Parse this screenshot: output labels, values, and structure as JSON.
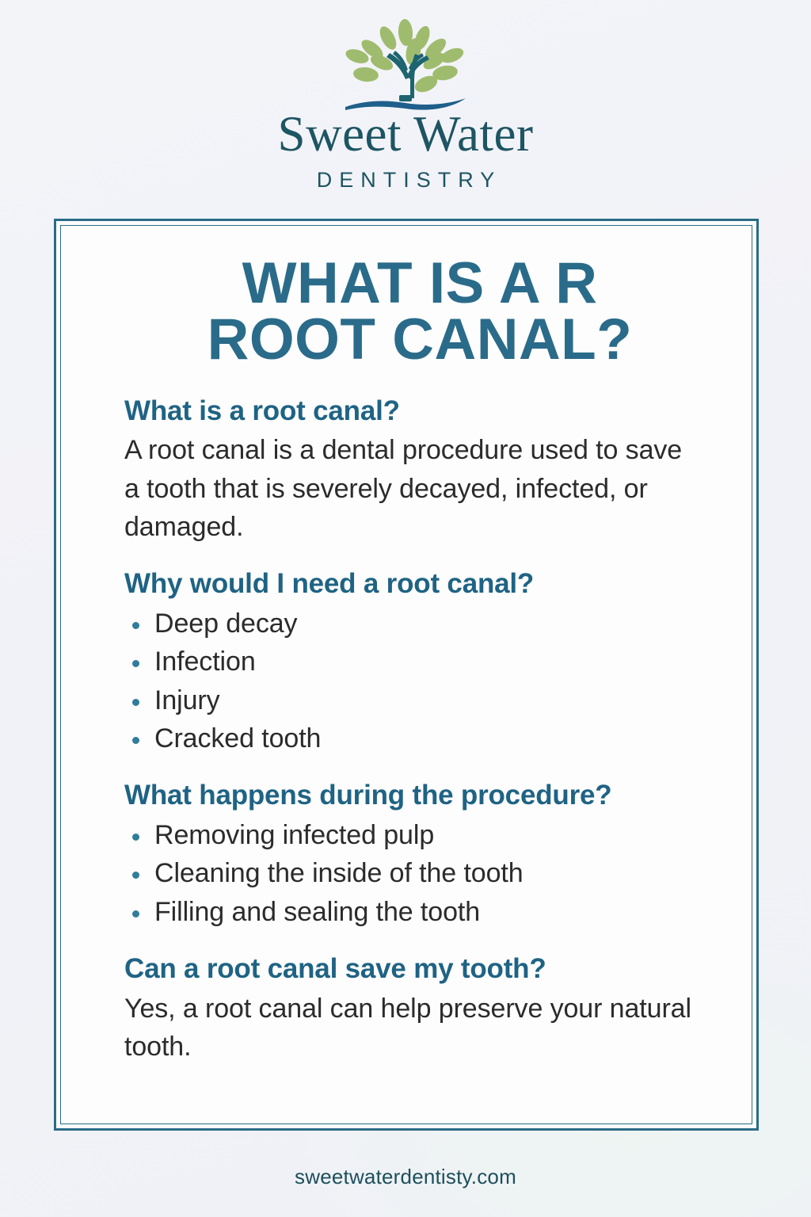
{
  "brand": {
    "logo_icon": "tree-with-water-logo",
    "name": "Sweet Water",
    "tagline": "DENTISTRY",
    "leaf_color": "#9fbc6e",
    "trunk_color": "#1d6470",
    "wave_color": "#1f5f8b",
    "wordmark_color": "#1d5563"
  },
  "card": {
    "title_line1": "WHAT IS A R",
    "title_line2": "ROOT CANAL?",
    "title_color": "#2a6b8a",
    "border_color": "#2a6b87",
    "background_color": "#fdfdfc",
    "sections": [
      {
        "heading": "What is a root canal?",
        "paragraph": "A root canal is a dental procedure used to save a tooth that is severely decayed, infected, or damaged.",
        "items": []
      },
      {
        "heading": "Why would I need a root canal?",
        "paragraph": "",
        "items": [
          "Deep decay",
          "Infection",
          "Injury",
          "Cracked tooth"
        ]
      },
      {
        "heading": "What happens during the procedure?",
        "paragraph": "",
        "items": [
          "Removing infected pulp",
          "Cleaning the inside of the tooth",
          "Filling and sealing the tooth"
        ]
      },
      {
        "heading": "Can a root canal save my tooth?",
        "paragraph": "Yes, a root canal can help preserve your natural tooth.",
        "items": []
      }
    ],
    "heading_color": "#1f6384",
    "body_color": "#2b2b2b",
    "bullet_color": "#2f7d9b"
  },
  "footer": {
    "website": "sweetwaterdentisty.com",
    "color": "#1d4f5c"
  },
  "page": {
    "background_color": "#f2f3f7"
  }
}
